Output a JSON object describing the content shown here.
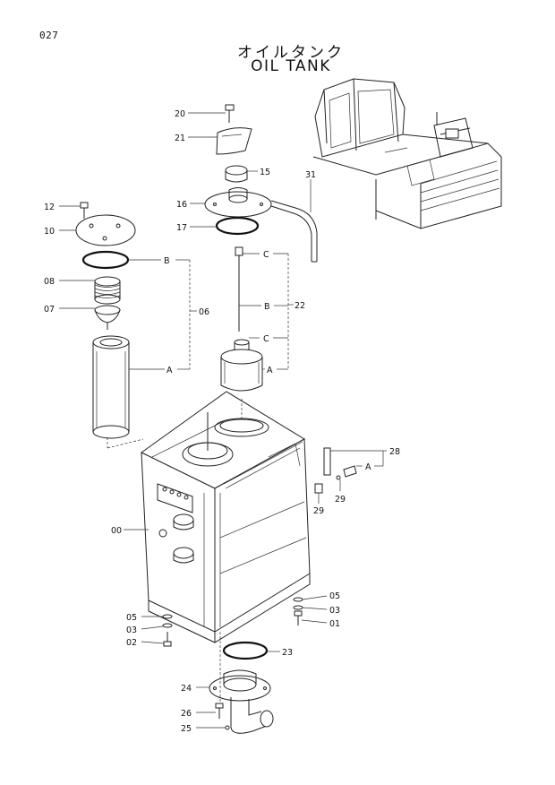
{
  "page": {
    "number": "027"
  },
  "title": {
    "jp": "オイルタンク",
    "en": "OIL TANK"
  },
  "labels": {
    "p20": "20",
    "p21": "21",
    "p15": "15",
    "p16": "16",
    "p17": "17",
    "p31": "31",
    "p12": "12",
    "p10": "10",
    "p08": "08",
    "p07": "07",
    "p06": "06",
    "p22": "22",
    "p00": "00",
    "p28": "28",
    "p29a": "29",
    "p29b": "29",
    "p05r": "05",
    "p03r": "03",
    "p01": "01",
    "p05l": "05",
    "p03l": "03",
    "p02": "02",
    "p23": "23",
    "p24": "24",
    "p26": "26",
    "p25": "25",
    "refB1": "B",
    "refA1": "A",
    "refC1": "C",
    "refB2": "B",
    "refC2": "C",
    "refA2": "A",
    "refA3": "A"
  }
}
